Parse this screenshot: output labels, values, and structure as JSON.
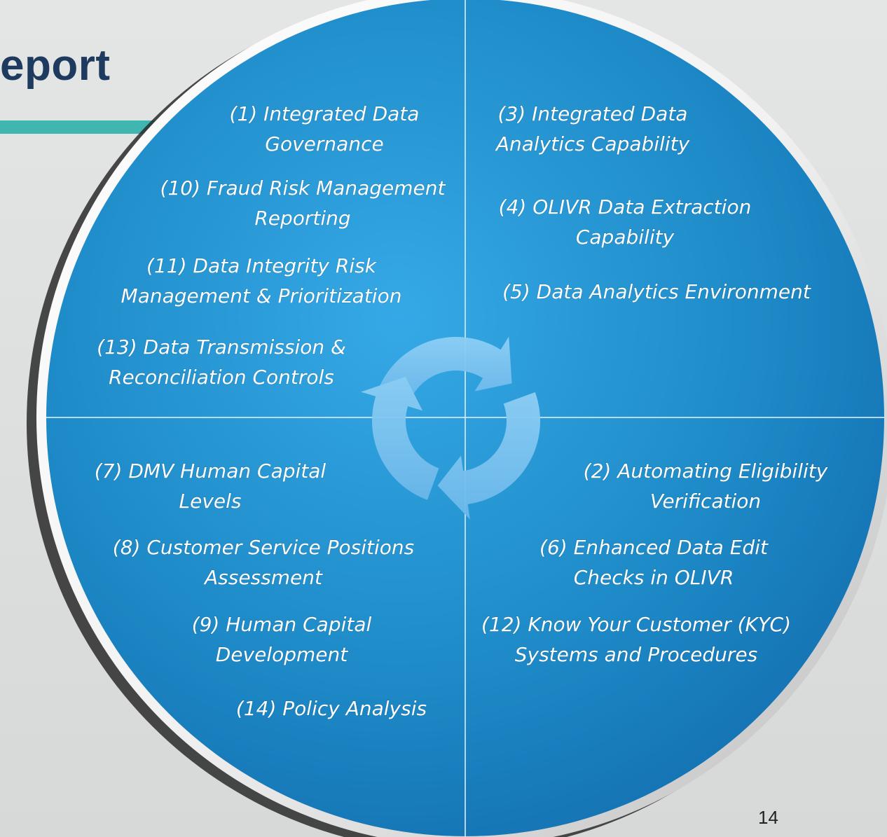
{
  "title": "eport",
  "page_number": "14",
  "colors": {
    "circle_fill": "#1e8bc8",
    "circle_edge": "#1268a6",
    "accent_bar": "#3fb6b0",
    "title": "#1f3a5f",
    "cycle_arrows": "#7cc4f0"
  },
  "center_icon": "refresh-cycle-icon",
  "quadrants": {
    "top_left": [
      [
        "(1) Integrated Data",
        "Governance"
      ],
      [
        "(10) Fraud Risk Management",
        "Reporting"
      ],
      [
        "(11) Data Integrity Risk",
        "Management & Prioritization"
      ],
      [
        "(13) Data Transmission &",
        "Reconciliation Controls"
      ]
    ],
    "top_right": [
      [
        "(3) Integrated Data",
        "Analytics Capability"
      ],
      [
        "(4) OLIVR Data Extraction",
        "Capability"
      ],
      [
        "(5) Data Analytics Environment"
      ]
    ],
    "bottom_left": [
      [
        "(7) DMV Human Capital",
        "Levels"
      ],
      [
        "(8) Customer Service Positions",
        "Assessment"
      ],
      [
        "(9) Human Capital",
        "Development"
      ],
      [
        "(14) Policy Analysis"
      ]
    ],
    "bottom_right": [
      [
        "(2) Automating Eligibility",
        "Verification"
      ],
      [
        "(6) Enhanced Data Edit",
        "Checks in OLIVR"
      ],
      [
        "(12) Know Your Customer (KYC)",
        "Systems and Procedures"
      ]
    ]
  }
}
